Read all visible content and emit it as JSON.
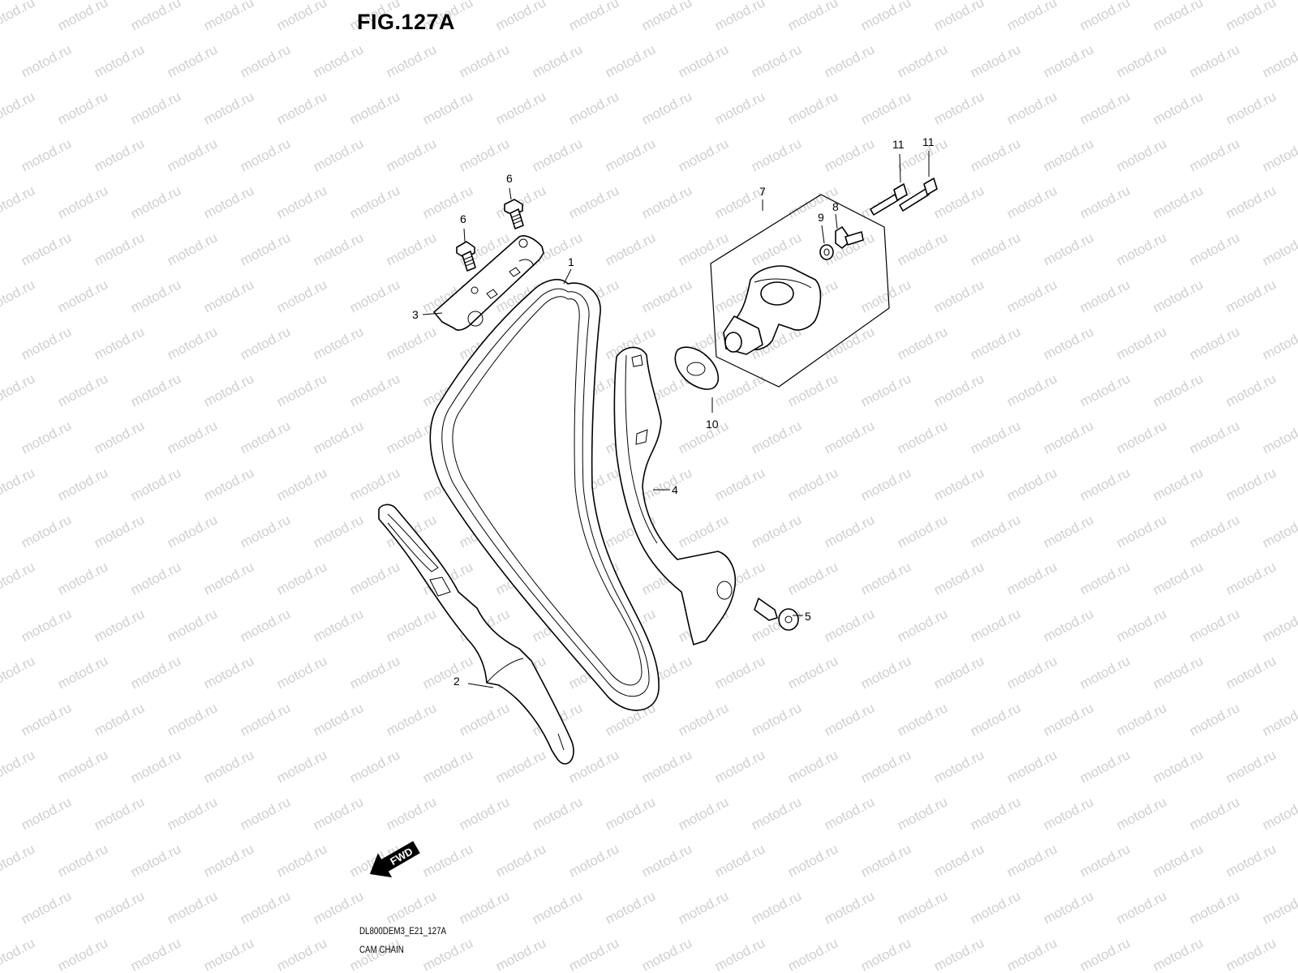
{
  "figure": {
    "title": "FIG.127A",
    "code": "DL800DEM3_E21_127A",
    "name": "CAM CHAIN"
  },
  "watermark": {
    "text": "motod.ru"
  },
  "fwd_arrow": {
    "label": "FWD"
  },
  "callouts": [
    {
      "id": "1",
      "label": "1"
    },
    {
      "id": "2",
      "label": "2"
    },
    {
      "id": "3",
      "label": "3"
    },
    {
      "id": "4",
      "label": "4"
    },
    {
      "id": "5",
      "label": "5"
    },
    {
      "id": "6a",
      "label": "6"
    },
    {
      "id": "6b",
      "label": "6"
    },
    {
      "id": "7",
      "label": "7"
    },
    {
      "id": "8",
      "label": "8"
    },
    {
      "id": "9",
      "label": "9"
    },
    {
      "id": "10",
      "label": "10"
    },
    {
      "id": "11a",
      "label": "11"
    },
    {
      "id": "11b",
      "label": "11"
    }
  ],
  "colors": {
    "line": "#000000",
    "watermark": "#cfcfcf",
    "background": "#ffffff"
  }
}
